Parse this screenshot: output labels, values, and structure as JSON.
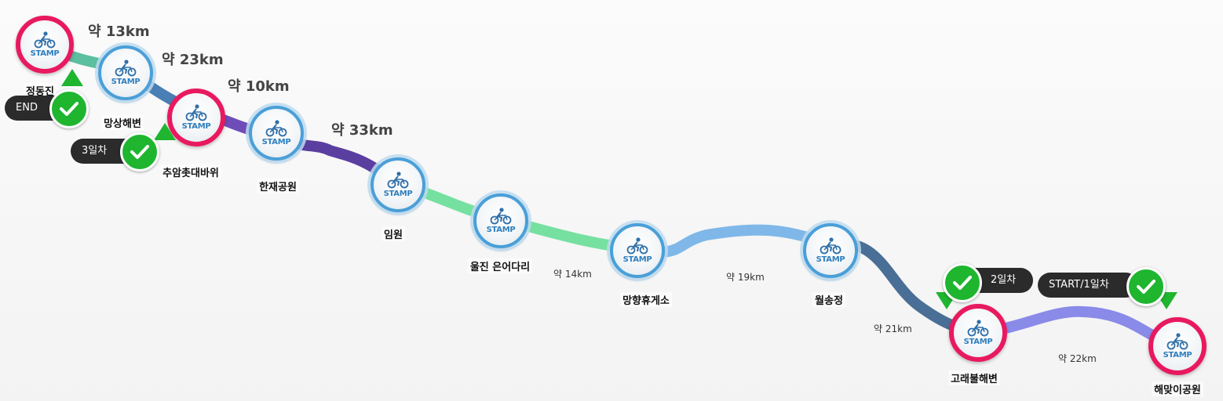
{
  "colors": {
    "stamp_done_ring": "#e8195f",
    "stamp_ring": "#4a9fd8",
    "check_green": "#1fb52f",
    "pill_bg": "#2b2b2b",
    "seg_1": "#5cbfa0",
    "seg_2": "#4a7fb5",
    "seg_3": "#6e4db8",
    "seg_4": "#5b3fa0",
    "seg_5": "#76e0a0",
    "seg_6": "#7fb8e8",
    "seg_7": "#4a6f96",
    "seg_8": "#8a8ae8"
  },
  "stamp_label": "STAMP",
  "stamp_icon": "bicycle-rider-icon",
  "check_icon": "checkmark-icon",
  "places": [
    {
      "name": "정동진",
      "completed": true
    },
    {
      "name": "망상해변",
      "completed": false
    },
    {
      "name": "추암촛대바위",
      "completed": true
    },
    {
      "name": "한재공원",
      "completed": false
    },
    {
      "name": "임원",
      "completed": false
    },
    {
      "name": "울진 은어다리",
      "completed": false
    },
    {
      "name": "망향휴게소",
      "completed": false
    },
    {
      "name": "월송정",
      "completed": false
    },
    {
      "name": "고래불해변",
      "completed": true
    },
    {
      "name": "해맞이공원",
      "completed": true
    }
  ],
  "distances": [
    "약 13km",
    "약 23km",
    "약 10km",
    "약 33km",
    "약 14km",
    "약 19km",
    "약 21km",
    "약 22km"
  ],
  "badges": {
    "end": "END",
    "day3": "3일차",
    "day2": "2일차",
    "start": "START/1일차"
  }
}
